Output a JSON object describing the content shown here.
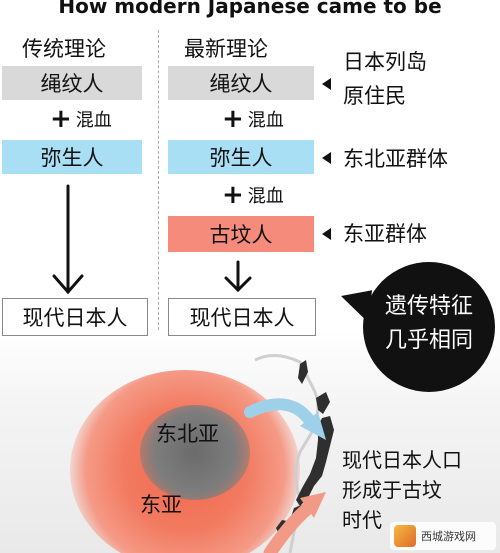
{
  "title": "How modern Japanese came to be",
  "columns": {
    "traditional": {
      "heading": "传统理论",
      "box1": "绳纹人",
      "mix": "混血",
      "box2": "弥生人",
      "result": "现代日本人"
    },
    "new": {
      "heading": "最新理论",
      "box1": "绳纹人",
      "mix1": "混血",
      "box2": "弥生人",
      "mix2": "混血",
      "box3": "古坟人",
      "result": "现代日本人"
    }
  },
  "side_labels": {
    "jomon_origin_line1": "日本列岛",
    "jomon_origin_line2": "原住民",
    "yayoi_origin": "东北亚群体",
    "kofun_origin": "东亚群体"
  },
  "bubble": {
    "line1": "遗传特征",
    "line2": "几乎相同"
  },
  "map": {
    "northeast_asia": "东北亚",
    "east_asia": "东亚",
    "final_line1": "现代日本人口",
    "final_line2": "形成于古坟",
    "final_line3": "时代"
  },
  "watermark": "西城游戏网",
  "colors": {
    "grey_box": "#d9d9d9",
    "blue_box": "#a9dff4",
    "red_box": "#f58b7a",
    "bubble": "#111111",
    "arrow_blue": "#9fd0ea",
    "arrow_red": "#f39a86"
  }
}
